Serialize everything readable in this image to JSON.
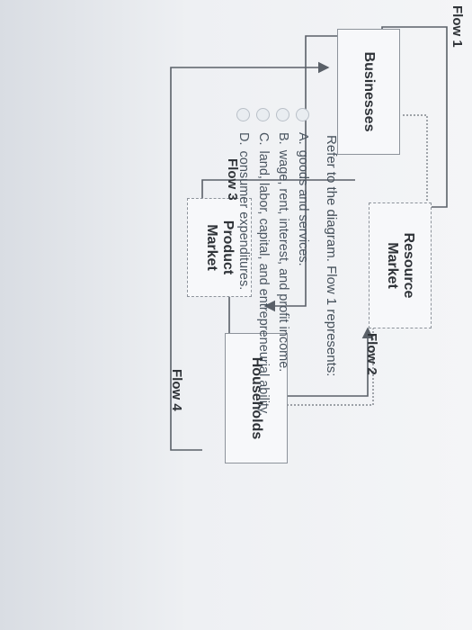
{
  "diagram": {
    "businesses": "Businesses",
    "households": "Households",
    "resource_market": "Resource Market",
    "product_market": "Product Market",
    "flow1": "Flow 1",
    "flow2": "Flow 2",
    "flow3": "Flow 3",
    "flow4": "Flow 4"
  },
  "question": {
    "prompt": "Refer to the diagram. Flow 1 represents:",
    "options": [
      {
        "letter": "A.",
        "text": "goods and services."
      },
      {
        "letter": "B.",
        "text": "wage, rent, interest, and profit income."
      },
      {
        "letter": "C.",
        "text": "land, labor, capital, and entrepreneurial ability."
      },
      {
        "letter": "D.",
        "text": "consumer expenditures."
      }
    ]
  }
}
